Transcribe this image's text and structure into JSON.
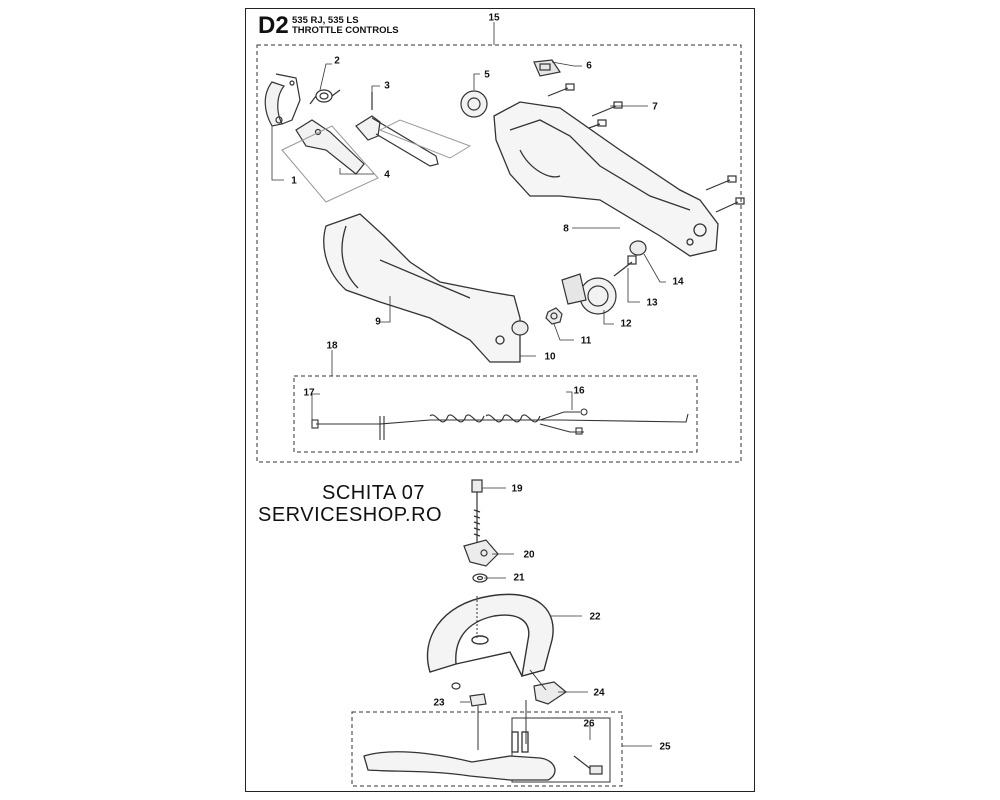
{
  "header": {
    "code": "D2",
    "models": "535 RJ, 535 LS",
    "title": "THROTTLE CONTROLS"
  },
  "watermark": {
    "line1": "SCHITA 07",
    "line2": "SERVICESHOP.RO"
  },
  "part_numbers": [
    "1",
    "2",
    "3",
    "4",
    "5",
    "6",
    "7",
    "8",
    "9",
    "10",
    "11",
    "12",
    "13",
    "14",
    "15",
    "16",
    "17",
    "18",
    "19",
    "20",
    "21",
    "22",
    "23",
    "24",
    "25",
    "26"
  ]
}
